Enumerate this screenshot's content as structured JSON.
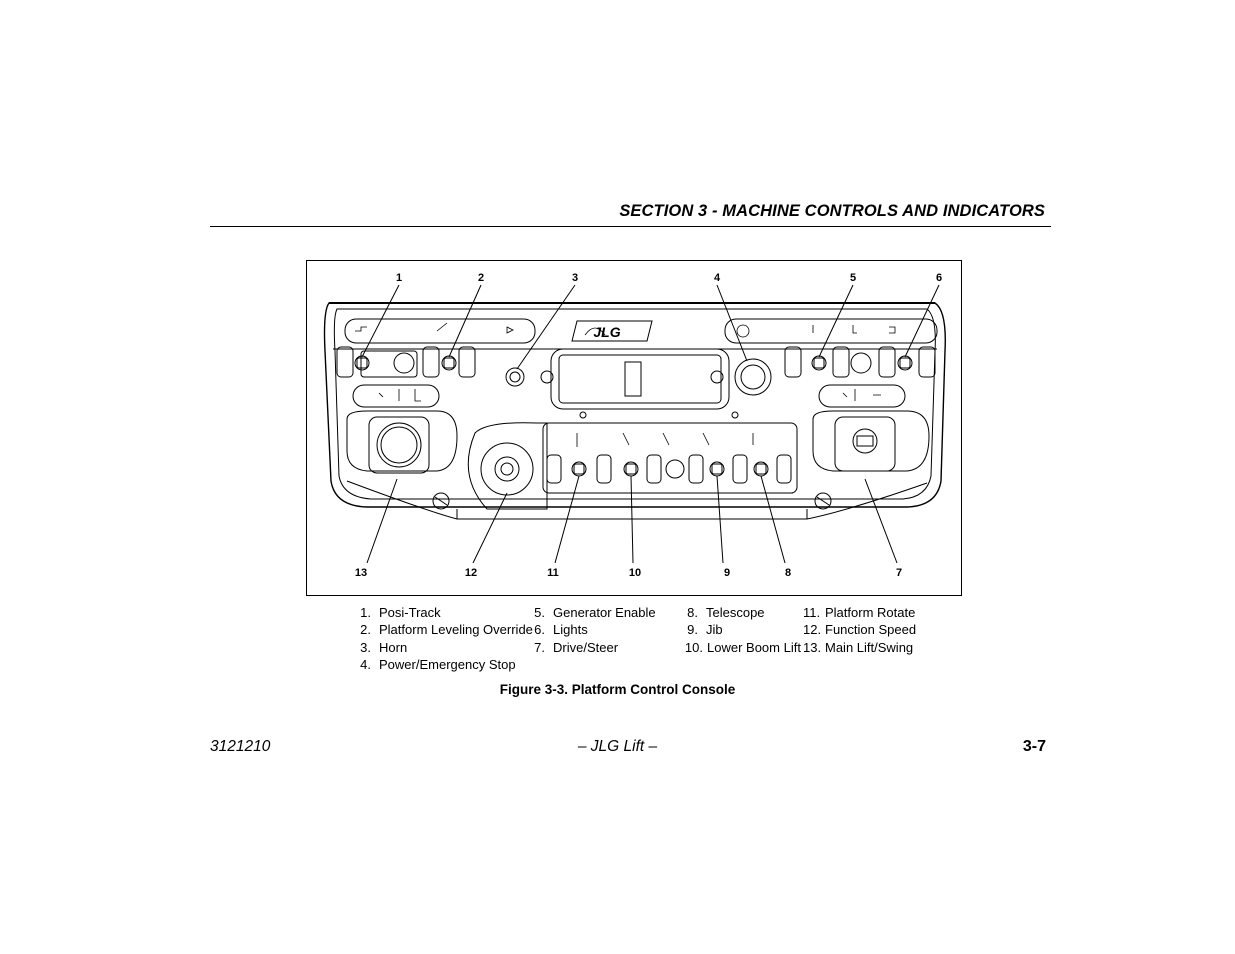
{
  "header": {
    "section_title": "SECTION 3 - MACHINE CONTROLS AND INDICATORS"
  },
  "figure": {
    "callouts": [
      "1",
      "2",
      "3",
      "4",
      "5",
      "6",
      "13",
      "12",
      "11",
      "10",
      "9",
      "8",
      "7"
    ],
    "logo_text": "JLG",
    "legend": [
      [
        {
          "num": "1.",
          "label": "Posi-Track"
        },
        {
          "num": "2.",
          "label": "Platform Leveling Override"
        },
        {
          "num": "3.",
          "label": "Horn"
        },
        {
          "num": "4.",
          "label": "Power/Emergency Stop"
        }
      ],
      [
        {
          "num": "5.",
          "label": "Generator Enable"
        },
        {
          "num": "6.",
          "label": "Lights"
        },
        {
          "num": "7.",
          "label": "Drive/Steer"
        }
      ],
      [
        {
          "num": "8.",
          "label": "Telescope"
        },
        {
          "num": "9.",
          "label": "Jib"
        },
        {
          "num": "10.",
          "label": "Lower Boom Lift"
        }
      ],
      [
        {
          "num": "11.",
          "label": "Platform Rotate"
        },
        {
          "num": "12.",
          "label": "Function Speed"
        },
        {
          "num": "13.",
          "label": "Main Lift/Swing"
        }
      ]
    ],
    "caption": "Figure 3-3. Platform Control Console"
  },
  "footer": {
    "doc_number": "3121210",
    "center": "– JLG Lift –",
    "page": "3-7"
  }
}
